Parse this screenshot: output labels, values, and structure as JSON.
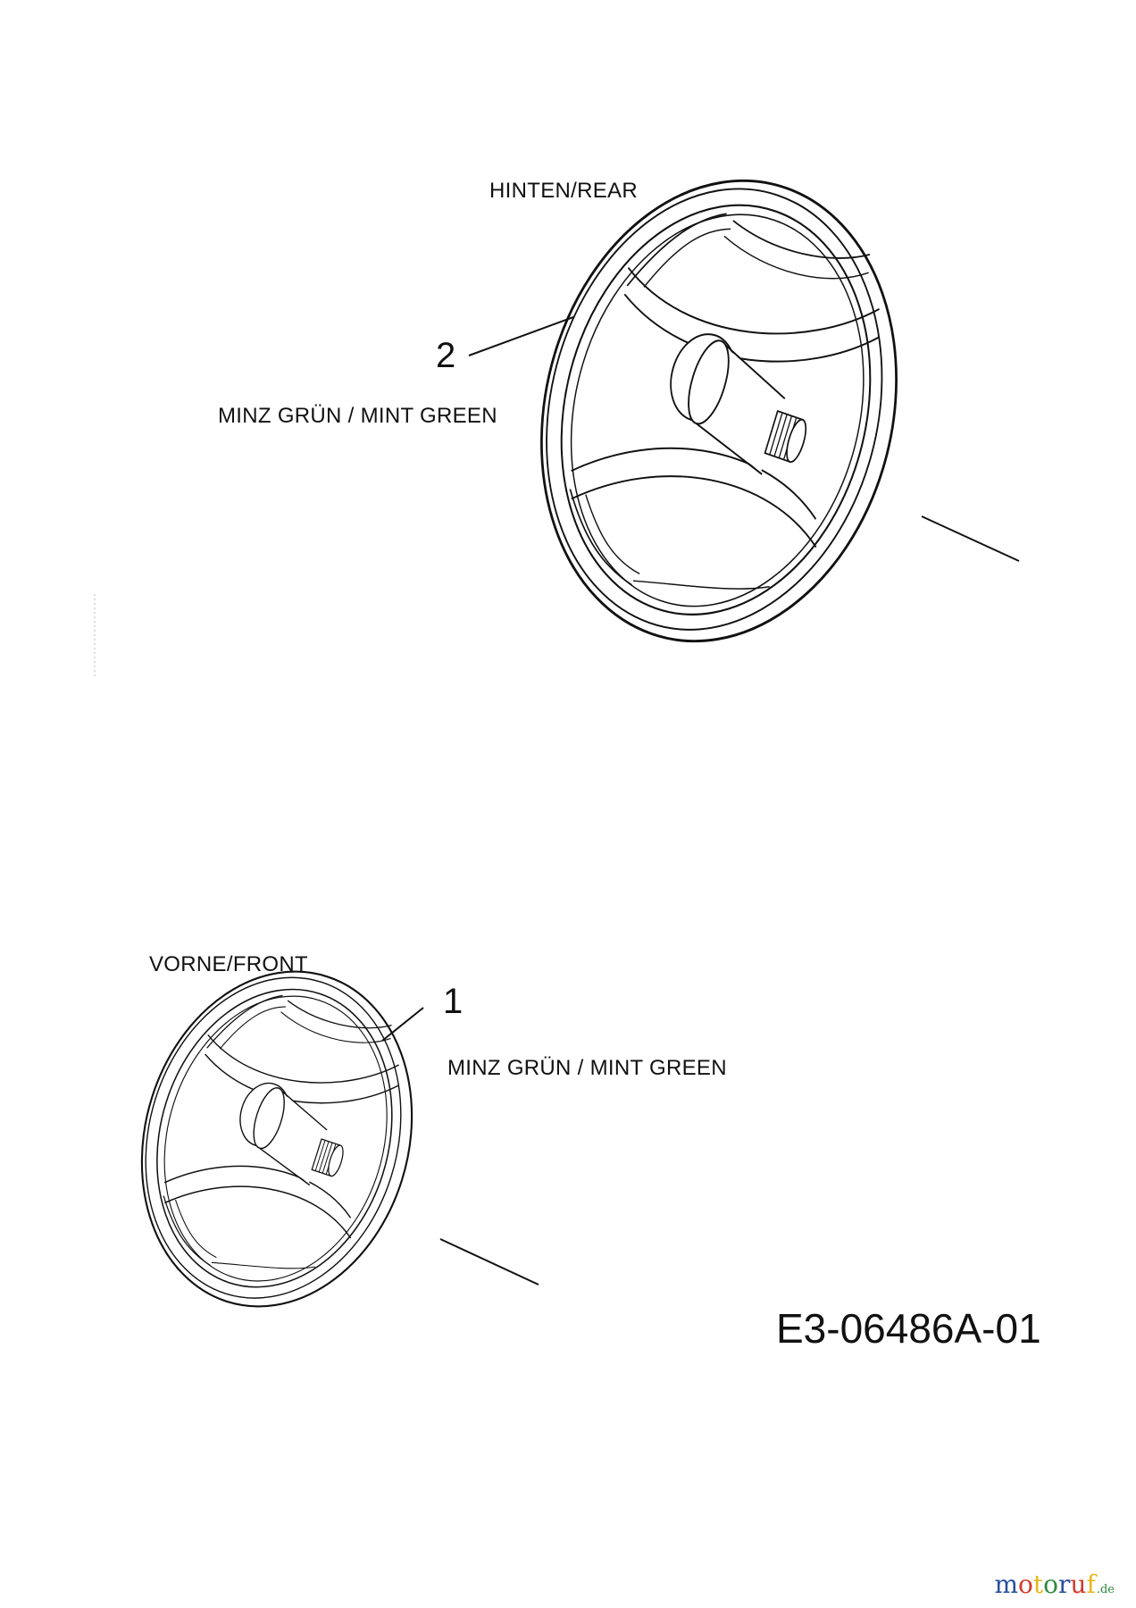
{
  "rear_wheel": {
    "position_label": "HINTEN/REAR",
    "part_number": "2",
    "color_label": "MINZ GRÜN / MINT GREEN"
  },
  "front_wheel": {
    "position_label": "VORNE/FRONT",
    "part_number": "1",
    "color_label": "MINZ GRÜN / MINT GREEN"
  },
  "drawing_code": "E3-06486A-01",
  "logo": {
    "text": "motoruf",
    "suffix": ".de",
    "colors": [
      "#2a4fa0",
      "#d43a2c",
      "#e8b51c",
      "#2e8b3e",
      "#2a4fa0",
      "#d43a2c",
      "#e8b51c"
    ]
  }
}
